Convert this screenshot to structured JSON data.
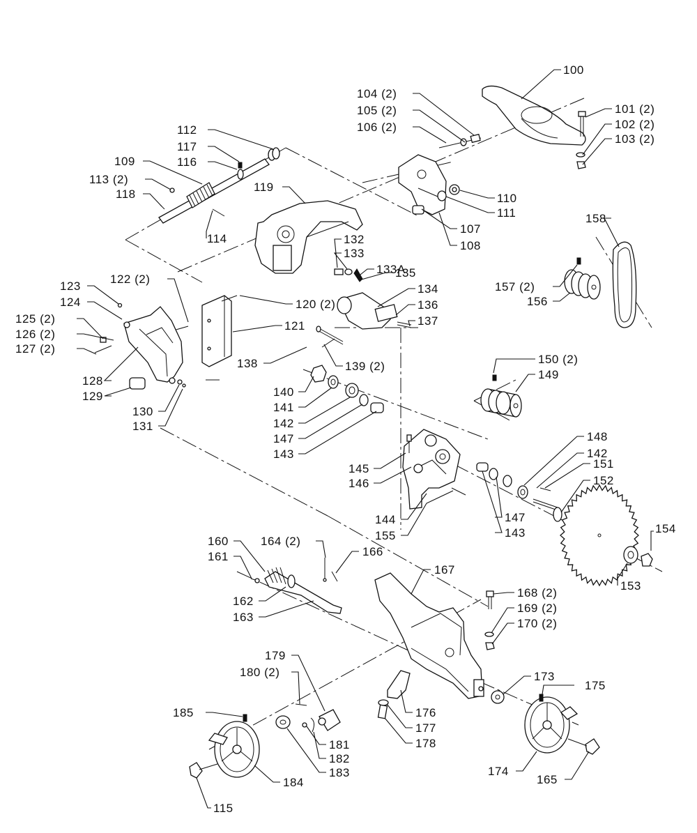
{
  "callouts": [
    {
      "id": "100",
      "text": "100"
    },
    {
      "id": "101",
      "text": "101 (2)"
    },
    {
      "id": "102",
      "text": "102 (2)"
    },
    {
      "id": "103",
      "text": "103 (2)"
    },
    {
      "id": "104",
      "text": "104 (2)"
    },
    {
      "id": "105",
      "text": "105 (2)"
    },
    {
      "id": "106",
      "text": "106 (2)"
    },
    {
      "id": "107",
      "text": "107"
    },
    {
      "id": "108",
      "text": "108"
    },
    {
      "id": "109",
      "text": "109"
    },
    {
      "id": "110",
      "text": "110"
    },
    {
      "id": "111",
      "text": "111"
    },
    {
      "id": "112",
      "text": "112"
    },
    {
      "id": "113",
      "text": "113 (2)"
    },
    {
      "id": "114",
      "text": "114"
    },
    {
      "id": "115",
      "text": "115"
    },
    {
      "id": "116",
      "text": "116"
    },
    {
      "id": "117",
      "text": "117"
    },
    {
      "id": "118",
      "text": "118"
    },
    {
      "id": "119",
      "text": "119"
    },
    {
      "id": "120",
      "text": "120 (2)"
    },
    {
      "id": "121",
      "text": "121"
    },
    {
      "id": "122",
      "text": "122 (2)"
    },
    {
      "id": "123",
      "text": "123"
    },
    {
      "id": "124",
      "text": "124"
    },
    {
      "id": "125",
      "text": "125 (2)"
    },
    {
      "id": "126",
      "text": "126 (2)"
    },
    {
      "id": "127",
      "text": "127 (2)"
    },
    {
      "id": "128",
      "text": "128"
    },
    {
      "id": "129",
      "text": "129"
    },
    {
      "id": "130",
      "text": "130"
    },
    {
      "id": "131",
      "text": "131"
    },
    {
      "id": "132",
      "text": "132"
    },
    {
      "id": "133",
      "text": "133"
    },
    {
      "id": "133A",
      "text": "133A"
    },
    {
      "id": "134",
      "text": "134"
    },
    {
      "id": "135",
      "text": "135"
    },
    {
      "id": "136",
      "text": "136"
    },
    {
      "id": "137",
      "text": "137"
    },
    {
      "id": "138",
      "text": "138"
    },
    {
      "id": "139",
      "text": "139 (2)"
    },
    {
      "id": "140",
      "text": "140"
    },
    {
      "id": "141",
      "text": "141"
    },
    {
      "id": "142a",
      "text": "142"
    },
    {
      "id": "142b",
      "text": "142"
    },
    {
      "id": "143a",
      "text": "143"
    },
    {
      "id": "143b",
      "text": "143"
    },
    {
      "id": "144",
      "text": "144"
    },
    {
      "id": "145",
      "text": "145"
    },
    {
      "id": "146",
      "text": "146"
    },
    {
      "id": "147a",
      "text": "147"
    },
    {
      "id": "147b",
      "text": "147"
    },
    {
      "id": "148",
      "text": "148"
    },
    {
      "id": "149",
      "text": "149"
    },
    {
      "id": "150",
      "text": "150 (2)"
    },
    {
      "id": "151",
      "text": "151"
    },
    {
      "id": "152",
      "text": "152"
    },
    {
      "id": "153",
      "text": "153"
    },
    {
      "id": "154",
      "text": "154"
    },
    {
      "id": "155",
      "text": "155"
    },
    {
      "id": "156",
      "text": "156"
    },
    {
      "id": "157",
      "text": "157 (2)"
    },
    {
      "id": "158",
      "text": "158"
    },
    {
      "id": "160",
      "text": "160"
    },
    {
      "id": "161",
      "text": "161"
    },
    {
      "id": "162",
      "text": "162"
    },
    {
      "id": "163",
      "text": "163"
    },
    {
      "id": "164",
      "text": "164 (2)"
    },
    {
      "id": "165",
      "text": "165"
    },
    {
      "id": "166",
      "text": "166"
    },
    {
      "id": "167",
      "text": "167"
    },
    {
      "id": "168",
      "text": "168 (2)"
    },
    {
      "id": "169",
      "text": "169 (2)"
    },
    {
      "id": "170",
      "text": "170 (2)"
    },
    {
      "id": "173",
      "text": "173"
    },
    {
      "id": "174",
      "text": "174"
    },
    {
      "id": "175",
      "text": "175"
    },
    {
      "id": "176",
      "text": "176"
    },
    {
      "id": "177",
      "text": "177"
    },
    {
      "id": "178",
      "text": "178"
    },
    {
      "id": "179",
      "text": "179"
    },
    {
      "id": "180",
      "text": "180 (2)"
    },
    {
      "id": "181",
      "text": "181"
    },
    {
      "id": "182",
      "text": "182"
    },
    {
      "id": "183",
      "text": "183"
    },
    {
      "id": "184",
      "text": "184"
    },
    {
      "id": "185",
      "text": "185"
    }
  ]
}
